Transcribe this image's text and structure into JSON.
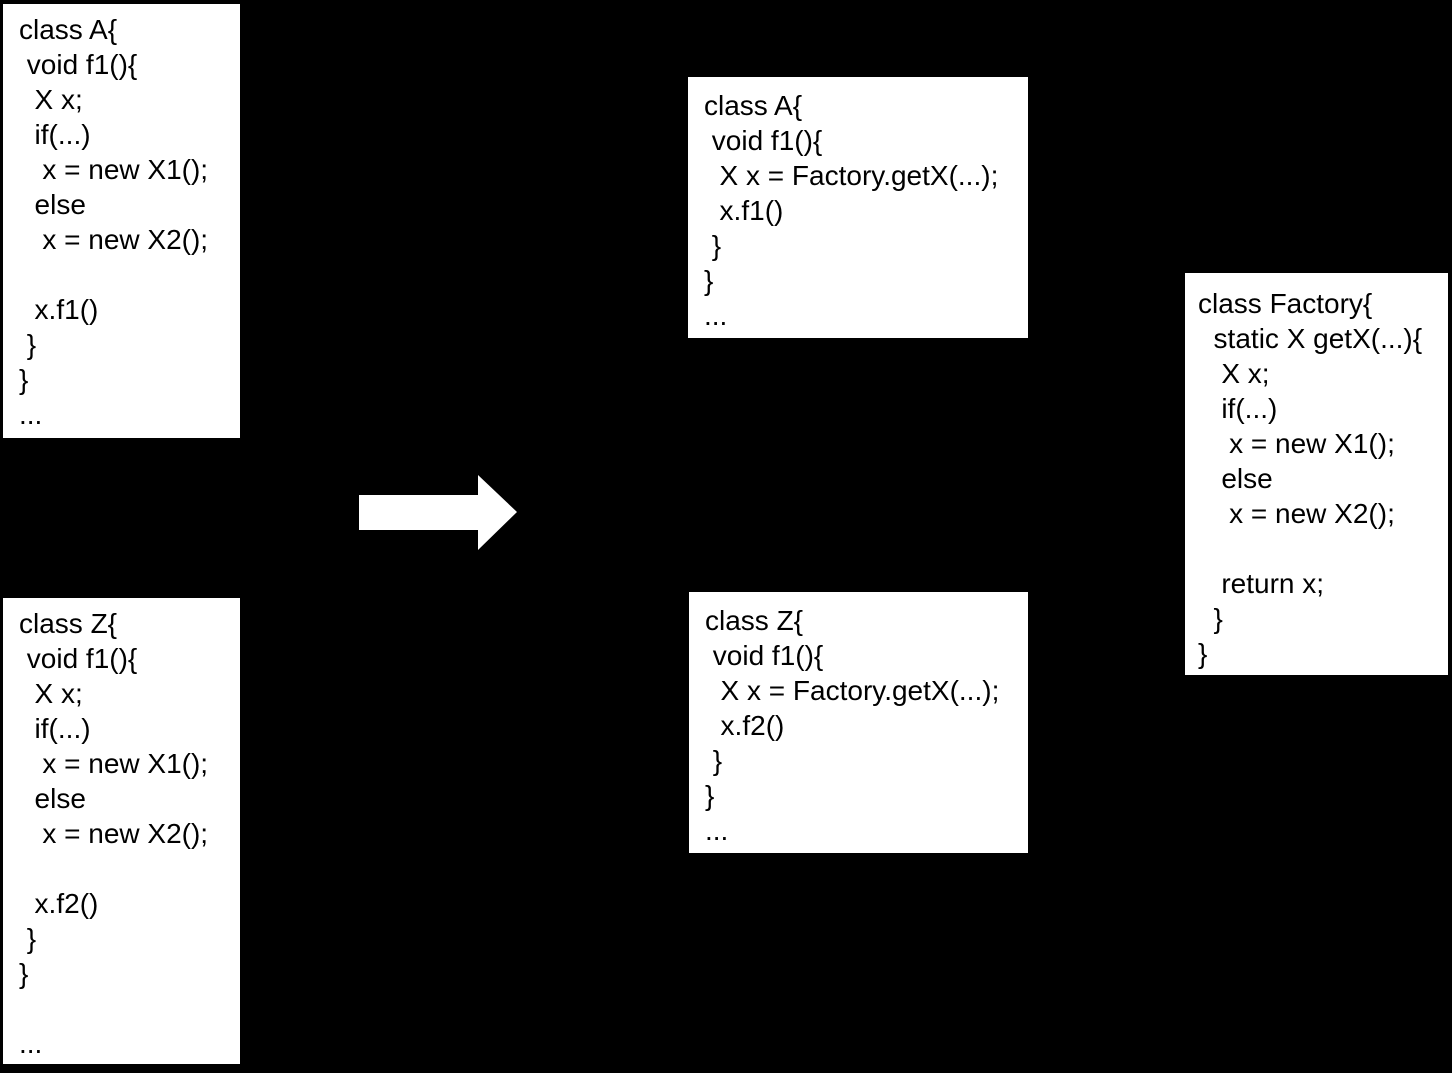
{
  "colors": {
    "background": "#000000",
    "box_bg": "#ffffff",
    "text": "#000000",
    "arrow": "#ffffff"
  },
  "boxes": {
    "before_a": {
      "code": "class A{\n void f1(){\n  X x;\n  if(...)\n   x = new X1();\n  else\n   x = new X2();\n\n  x.f1()\n }\n}\n..."
    },
    "before_z": {
      "code": "class Z{\n void f1(){\n  X x;\n  if(...)\n   x = new X1();\n  else\n   x = new X2();\n\n  x.f2()\n }\n}\n\n..."
    },
    "after_a": {
      "code": "class A{\n void f1(){\n  X x = Factory.getX(...);\n  x.f1()\n }\n}\n..."
    },
    "after_z": {
      "code": "class Z{\n void f1(){\n  X x = Factory.getX(...);\n  x.f2()\n }\n}\n..."
    },
    "factory": {
      "code": "class Factory{\n  static X getX(...){\n   X x;\n   if(...)\n    x = new X1();\n   else\n    x = new X2();\n\n   return x;\n  }\n}"
    }
  },
  "arrow": {
    "direction": "right"
  }
}
